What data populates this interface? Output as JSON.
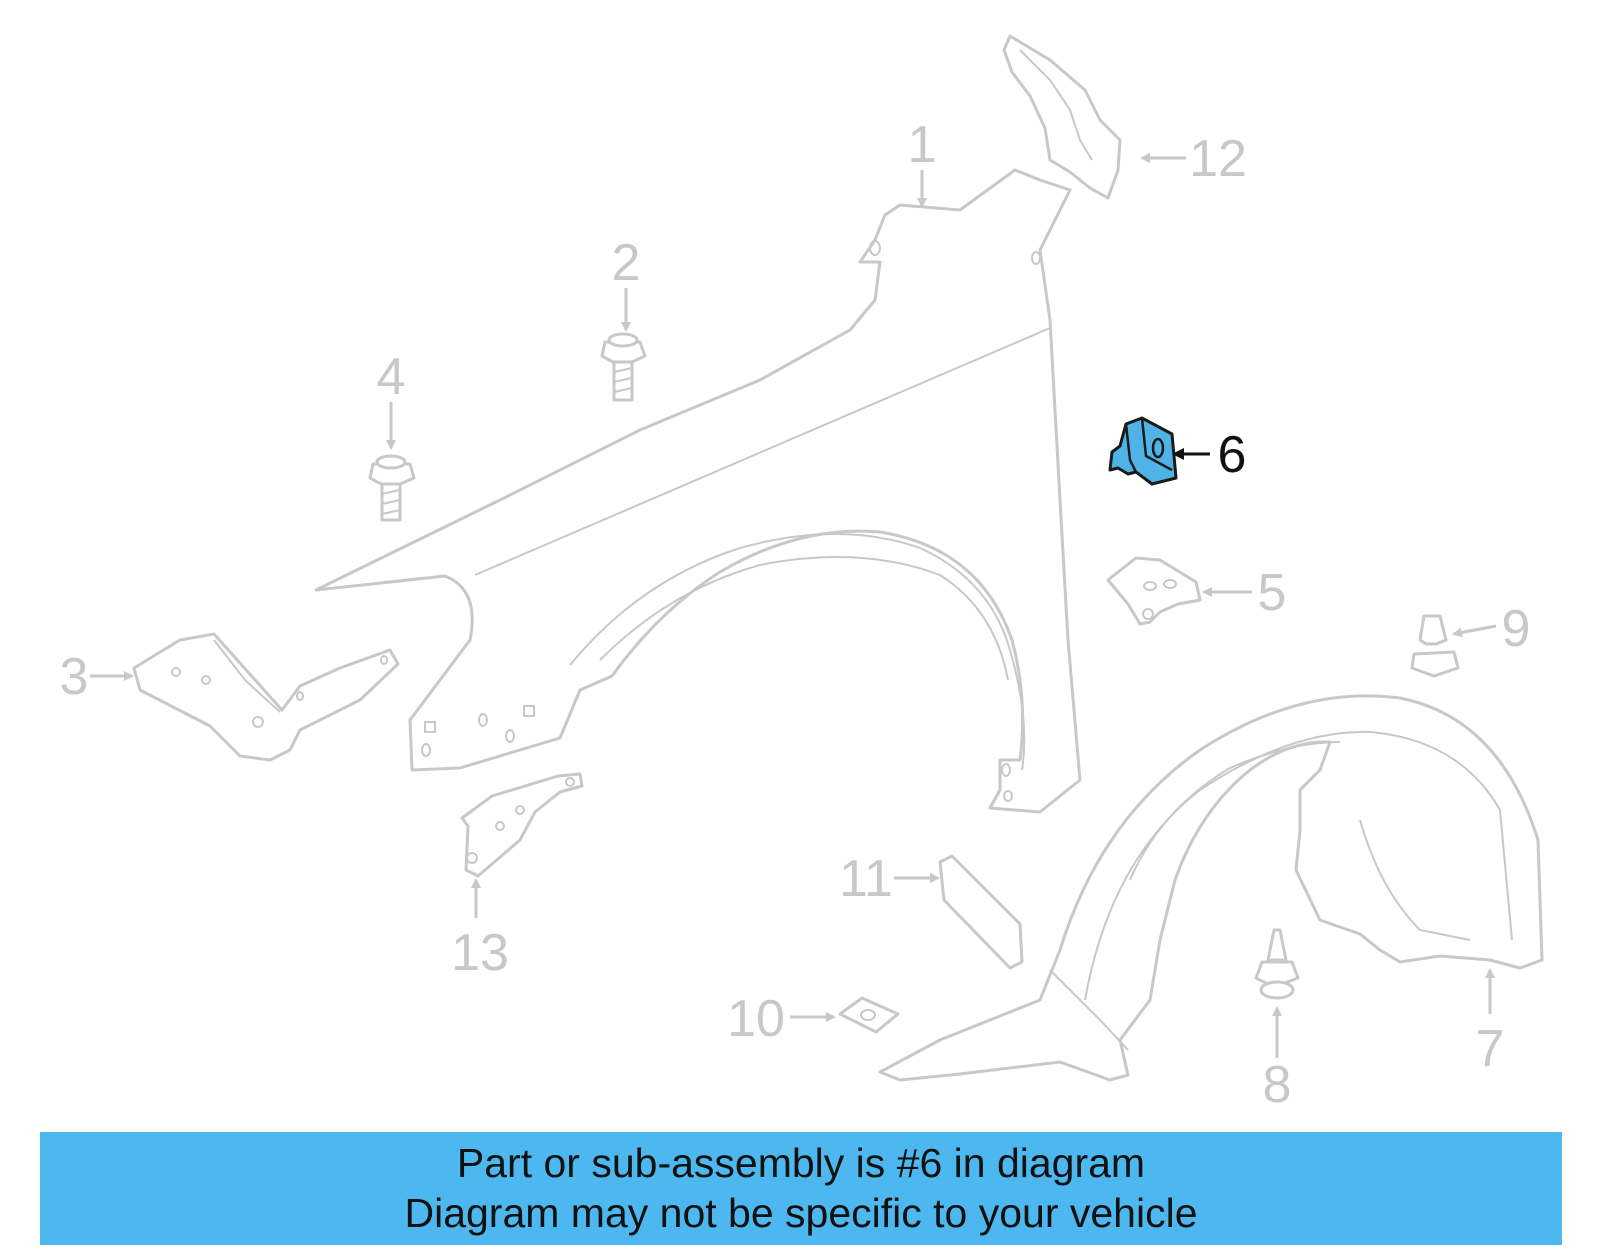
{
  "diagram": {
    "highlight_color": "#4db8ef",
    "part_color": "#c8c8c8",
    "callouts": [
      "1",
      "2",
      "3",
      "4",
      "5",
      "6",
      "7",
      "8",
      "9",
      "10",
      "11",
      "12",
      "13"
    ],
    "highlighted_callout": "6"
  },
  "banner": {
    "line1": "Part or sub-assembly is #6 in diagram",
    "line2": "Diagram may not be specific to your vehicle"
  }
}
